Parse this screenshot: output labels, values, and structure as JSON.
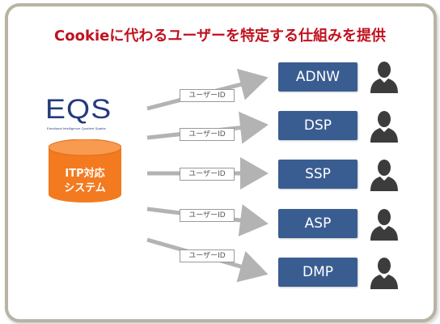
{
  "title": "Cookieに代わるユーザーを特定する仕組みを提供",
  "logo": {
    "text": "EQS",
    "subtitle": "Emotional Intelligence Quotient Sparks",
    "color": "#233a7e"
  },
  "source_system": {
    "label_line1": "ITP対応",
    "label_line2": "システム",
    "color": "#f47a20"
  },
  "flow_label": "ユーザーID",
  "targets": [
    {
      "label": "ADNW"
    },
    {
      "label": "DSP"
    },
    {
      "label": "SSP"
    },
    {
      "label": "ASP"
    },
    {
      "label": "DMP"
    }
  ],
  "colors": {
    "title": "#c0121f",
    "target_box": "#3a5d91",
    "arrow": "#b3b3b3",
    "person_icon": "#3c3c3c",
    "frame_border": "#b8b3a4"
  },
  "icons": [
    "user-silhouette-icon"
  ]
}
